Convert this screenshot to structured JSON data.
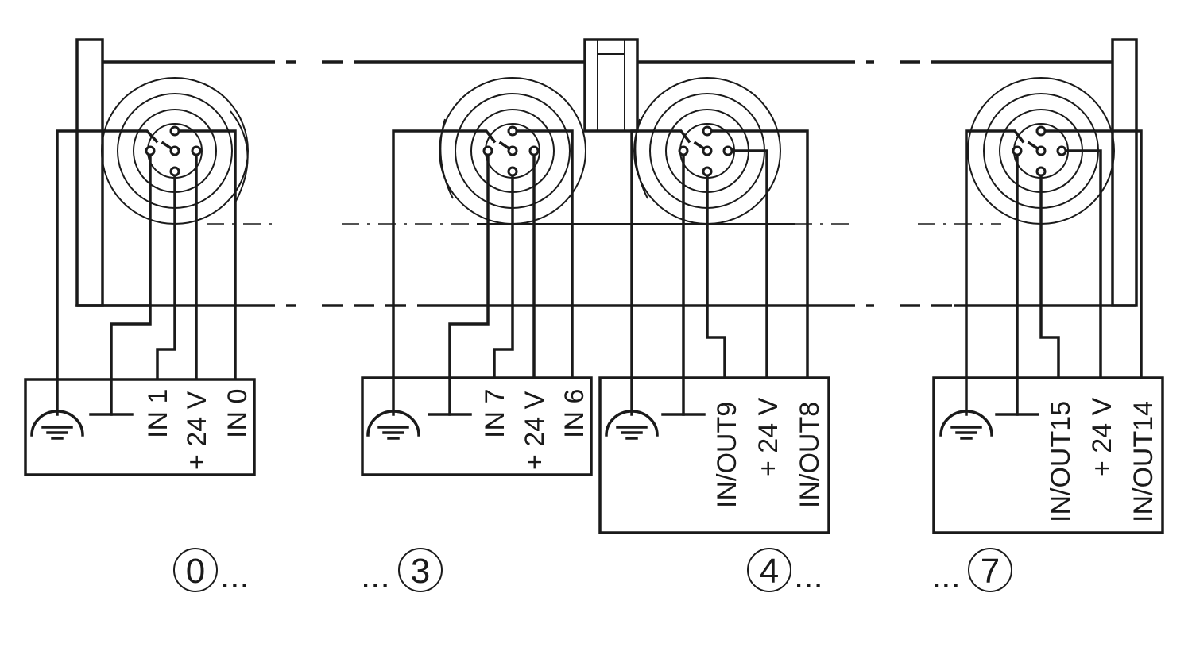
{
  "modules": [
    {
      "labels": [
        "IN 1",
        "+ 24 V",
        "IN 0"
      ],
      "marker": "0",
      "marker_suffix": "...",
      "marker_prefix": ""
    },
    {
      "labels": [
        "IN 7",
        "+ 24 V",
        "IN 6"
      ],
      "marker": "3",
      "marker_suffix": "",
      "marker_prefix": "..."
    },
    {
      "labels": [
        "IN/OUT9",
        "+ 24 V",
        "IN/OUT8"
      ],
      "marker": "4",
      "marker_suffix": "...",
      "marker_prefix": ""
    },
    {
      "labels": [
        "IN/OUT15",
        "+ 24 V",
        "IN/OUT14"
      ],
      "marker": "7",
      "marker_suffix": "",
      "marker_prefix": "..."
    }
  ],
  "icons": {
    "earth": "protective-earth-icon",
    "ground": "ground-icon"
  },
  "colors": {
    "line": "#1a1a1a",
    "background": "#ffffff"
  }
}
